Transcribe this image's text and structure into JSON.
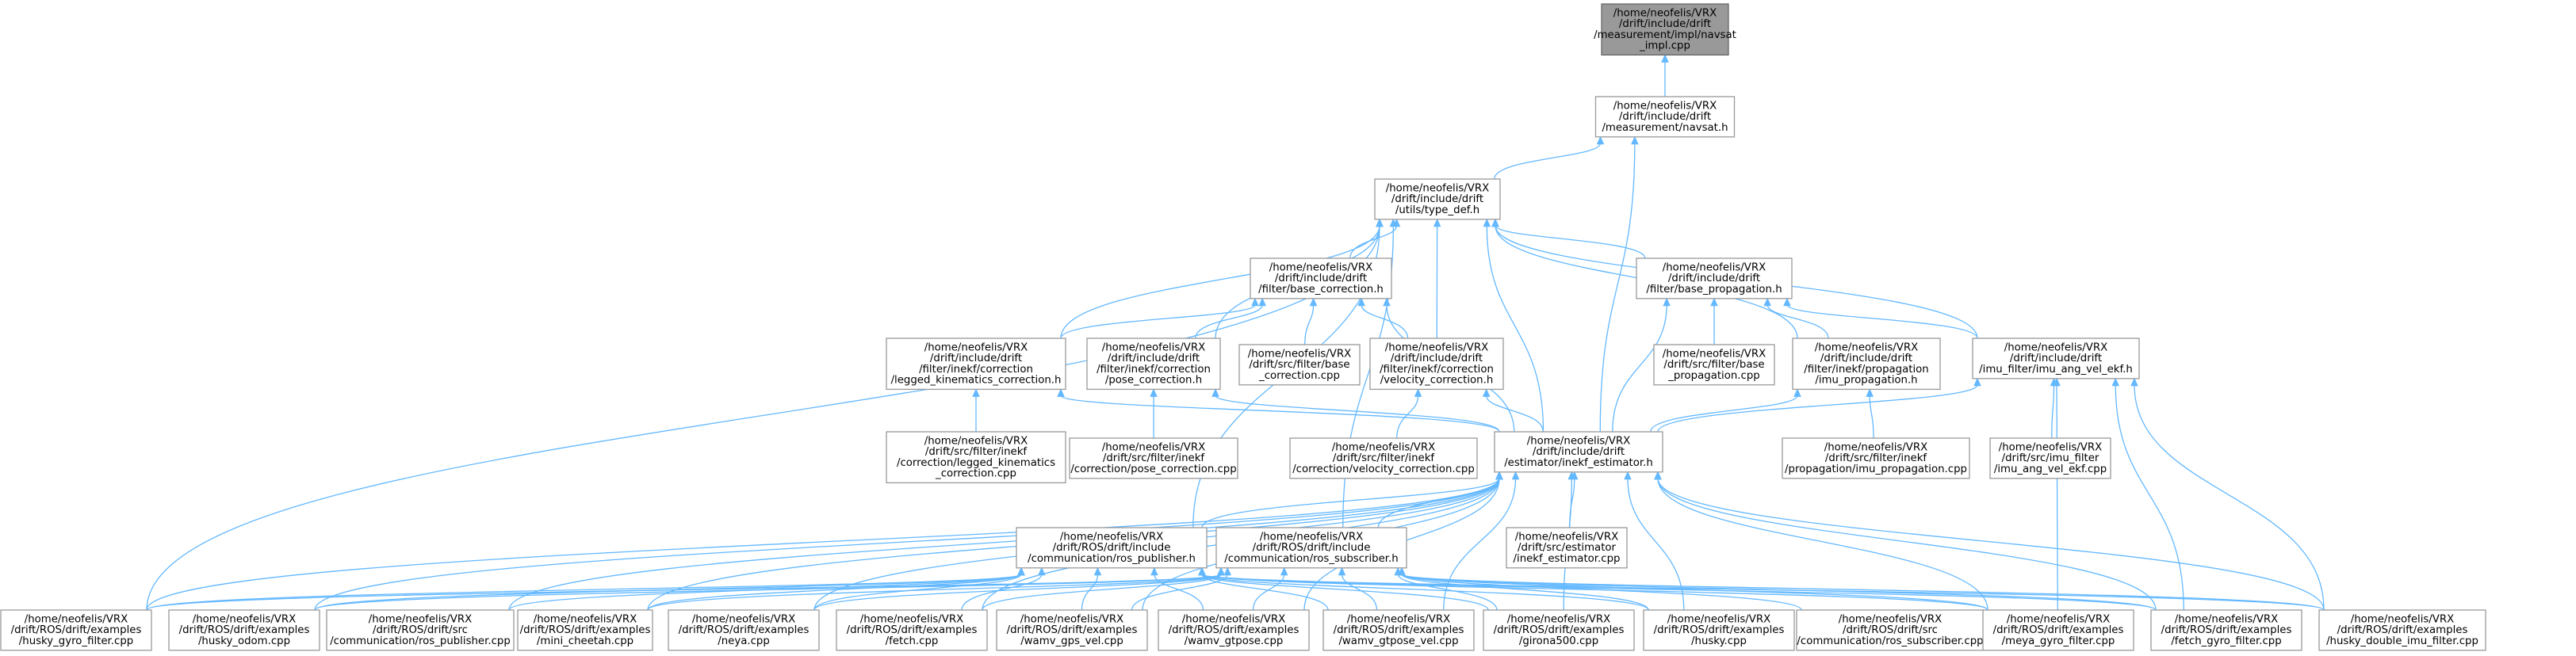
{
  "diagram": {
    "type": "include-dependency-graph",
    "colors": {
      "root_fill": "#999999",
      "node_fill": "#ffffff",
      "node_border": "#999999",
      "edge": "#63b8ff"
    },
    "nodes": [
      {
        "id": "navsat_impl",
        "root": true,
        "lines": [
          "/home/neofelis/VRX",
          "/drift/include/drift",
          "/measurement/impl/navsat",
          "_impl.cpp"
        ]
      },
      {
        "id": "navsat_h",
        "lines": [
          "/home/neofelis/VRX",
          "/drift/include/drift",
          "/measurement/navsat.h"
        ]
      },
      {
        "id": "type_def",
        "lines": [
          "/home/neofelis/VRX",
          "/drift/include/drift",
          "/utils/type_def.h"
        ]
      },
      {
        "id": "base_correction_h",
        "lines": [
          "/home/neofelis/VRX",
          "/drift/include/drift",
          "/filter/base_correction.h"
        ]
      },
      {
        "id": "base_propagation_h",
        "lines": [
          "/home/neofelis/VRX",
          "/drift/include/drift",
          "/filter/base_propagation.h"
        ]
      },
      {
        "id": "legged_h",
        "lines": [
          "/home/neofelis/VRX",
          "/drift/include/drift",
          "/filter/inekf/correction",
          "/legged_kinematics_correction.h"
        ]
      },
      {
        "id": "pose_h",
        "lines": [
          "/home/neofelis/VRX",
          "/drift/include/drift",
          "/filter/inekf/correction",
          "/pose_correction.h"
        ]
      },
      {
        "id": "base_corr_cpp",
        "lines": [
          "/home/neofelis/VRX",
          "/drift/src/filter/base",
          "_correction.cpp"
        ]
      },
      {
        "id": "velocity_h",
        "lines": [
          "/home/neofelis/VRX",
          "/drift/include/drift",
          "/filter/inekf/correction",
          "/velocity_correction.h"
        ]
      },
      {
        "id": "base_prop_cpp",
        "lines": [
          "/home/neofelis/VRX",
          "/drift/src/filter/base",
          "_propagation.cpp"
        ]
      },
      {
        "id": "imu_prop_h",
        "lines": [
          "/home/neofelis/VRX",
          "/drift/include/drift",
          "/filter/inekf/propagation",
          "/imu_propagation.h"
        ]
      },
      {
        "id": "imu_ekf_h",
        "lines": [
          "/home/neofelis/VRX",
          "/drift/include/drift",
          "/imu_filter/imu_ang_vel_ekf.h"
        ]
      },
      {
        "id": "legged_cpp",
        "lines": [
          "/home/neofelis/VRX",
          "/drift/src/filter/inekf",
          "/correction/legged_kinematics",
          "_correction.cpp"
        ]
      },
      {
        "id": "pose_cpp",
        "lines": [
          "/home/neofelis/VRX",
          "/drift/src/filter/inekf",
          "/correction/pose_correction.cpp"
        ]
      },
      {
        "id": "velocity_cpp",
        "lines": [
          "/home/neofelis/VRX",
          "/drift/src/filter/inekf",
          "/correction/velocity_correction.cpp"
        ]
      },
      {
        "id": "inekf_h",
        "lines": [
          "/home/neofelis/VRX",
          "/drift/include/drift",
          "/estimator/inekf_estimator.h"
        ]
      },
      {
        "id": "imu_prop_cpp",
        "lines": [
          "/home/neofelis/VRX",
          "/drift/src/filter/inekf",
          "/propagation/imu_propagation.cpp"
        ]
      },
      {
        "id": "imu_ekf_cpp",
        "lines": [
          "/home/neofelis/VRX",
          "/drift/src/imu_filter",
          "/imu_ang_vel_ekf.cpp"
        ]
      },
      {
        "id": "ros_pub_h",
        "lines": [
          "/home/neofelis/VRX",
          "/drift/ROS/drift/include",
          "/communication/ros_publisher.h"
        ]
      },
      {
        "id": "ros_sub_h",
        "lines": [
          "/home/neofelis/VRX",
          "/drift/ROS/drift/include",
          "/communication/ros_subscriber.h"
        ]
      },
      {
        "id": "inekf_cpp",
        "lines": [
          "/home/neofelis/VRX",
          "/drift/src/estimator",
          "/inekf_estimator.cpp"
        ]
      },
      {
        "id": "husky_gyro",
        "lines": [
          "/home/neofelis/VRX",
          "/drift/ROS/drift/examples",
          "/husky_gyro_filter.cpp"
        ]
      },
      {
        "id": "husky_odom",
        "lines": [
          "/home/neofelis/VRX",
          "/drift/ROS/drift/examples",
          "/husky_odom.cpp"
        ]
      },
      {
        "id": "ros_pub_cpp",
        "lines": [
          "/home/neofelis/VRX",
          "/drift/ROS/drift/src",
          "/communication/ros_publisher.cpp"
        ]
      },
      {
        "id": "mini_cheetah",
        "lines": [
          "/home/neofelis/VRX",
          "/drift/ROS/drift/examples",
          "/mini_cheetah.cpp"
        ]
      },
      {
        "id": "neya",
        "lines": [
          "/home/neofelis/VRX",
          "/drift/ROS/drift/examples",
          "/neya.cpp"
        ]
      },
      {
        "id": "fetch",
        "lines": [
          "/home/neofelis/VRX",
          "/drift/ROS/drift/examples",
          "/fetch.cpp"
        ]
      },
      {
        "id": "wamv_gps",
        "lines": [
          "/home/neofelis/VRX",
          "/drift/ROS/drift/examples",
          "/wamv_gps_vel.cpp"
        ]
      },
      {
        "id": "wamv_gtpose",
        "lines": [
          "/home/neofelis/VRX",
          "/drift/ROS/drift/examples",
          "/wamv_gtpose.cpp"
        ]
      },
      {
        "id": "wamv_gtpose_vel",
        "lines": [
          "/home/neofelis/VRX",
          "/drift/ROS/drift/examples",
          "/wamv_gtpose_vel.cpp"
        ]
      },
      {
        "id": "girona",
        "lines": [
          "/home/neofelis/VRX",
          "/drift/ROS/drift/examples",
          "/girona500.cpp"
        ]
      },
      {
        "id": "husky",
        "lines": [
          "/home/neofelis/VRX",
          "/drift/ROS/drift/examples",
          "/husky.cpp"
        ]
      },
      {
        "id": "ros_sub_cpp",
        "lines": [
          "/home/neofelis/VRX",
          "/drift/ROS/drift/src",
          "/communication/ros_subscriber.cpp"
        ]
      },
      {
        "id": "meya_gyro",
        "lines": [
          "/home/neofelis/VRX",
          "/drift/ROS/drift/examples",
          "/meya_gyro_filter.cpp"
        ]
      },
      {
        "id": "fetch_gyro",
        "lines": [
          "/home/neofelis/VRX",
          "/drift/ROS/drift/examples",
          "/fetch_gyro_filter.cpp"
        ]
      },
      {
        "id": "husky_double",
        "lines": [
          "/home/neofelis/VRX",
          "/drift/ROS/drift/examples",
          "/husky_double_imu_filter.cpp"
        ]
      }
    ],
    "edges": [
      [
        "navsat_h",
        "navsat_impl"
      ],
      [
        "type_def",
        "navsat_h"
      ],
      [
        "inekf_h",
        "navsat_h"
      ],
      [
        "base_correction_h",
        "type_def"
      ],
      [
        "base_propagation_h",
        "type_def"
      ],
      [
        "legged_h",
        "type_def"
      ],
      [
        "pose_h",
        "type_def"
      ],
      [
        "velocity_h",
        "type_def"
      ],
      [
        "imu_prop_h",
        "type_def"
      ],
      [
        "imu_ekf_h",
        "type_def"
      ],
      [
        "inekf_h",
        "type_def"
      ],
      [
        "ros_pub_h",
        "type_def"
      ],
      [
        "ros_sub_h",
        "type_def"
      ],
      [
        "husky_gyro",
        "type_def"
      ],
      [
        "legged_h",
        "base_correction_h"
      ],
      [
        "pose_h",
        "base_correction_h"
      ],
      [
        "base_corr_cpp",
        "base_correction_h"
      ],
      [
        "velocity_h",
        "base_correction_h"
      ],
      [
        "inekf_h",
        "base_correction_h"
      ],
      [
        "base_prop_cpp",
        "base_propagation_h"
      ],
      [
        "imu_prop_h",
        "base_propagation_h"
      ],
      [
        "imu_ekf_h",
        "base_propagation_h"
      ],
      [
        "inekf_h",
        "base_propagation_h"
      ],
      [
        "legged_cpp",
        "legged_h"
      ],
      [
        "inekf_h",
        "legged_h"
      ],
      [
        "pose_cpp",
        "pose_h"
      ],
      [
        "inekf_h",
        "pose_h"
      ],
      [
        "velocity_cpp",
        "velocity_h"
      ],
      [
        "inekf_h",
        "velocity_h"
      ],
      [
        "imu_prop_cpp",
        "imu_prop_h"
      ],
      [
        "inekf_h",
        "imu_prop_h"
      ],
      [
        "imu_ekf_cpp",
        "imu_ekf_h"
      ],
      [
        "inekf_h",
        "imu_ekf_h"
      ],
      [
        "meya_gyro",
        "imu_ekf_h"
      ],
      [
        "fetch_gyro",
        "imu_ekf_h"
      ],
      [
        "husky_double",
        "imu_ekf_h"
      ],
      [
        "ros_pub_h",
        "inekf_h"
      ],
      [
        "ros_sub_h",
        "inekf_h"
      ],
      [
        "inekf_cpp",
        "inekf_h"
      ],
      [
        "husky_gyro",
        "inekf_h"
      ],
      [
        "husky_odom",
        "inekf_h"
      ],
      [
        "ros_pub_cpp",
        "inekf_h"
      ],
      [
        "mini_cheetah",
        "inekf_h"
      ],
      [
        "neya",
        "inekf_h"
      ],
      [
        "fetch",
        "inekf_h"
      ],
      [
        "wamv_gps",
        "inekf_h"
      ],
      [
        "wamv_gtpose",
        "inekf_h"
      ],
      [
        "wamv_gtpose_vel",
        "inekf_h"
      ],
      [
        "girona",
        "inekf_h"
      ],
      [
        "husky",
        "inekf_h"
      ],
      [
        "meya_gyro",
        "inekf_h"
      ],
      [
        "fetch_gyro",
        "inekf_h"
      ],
      [
        "husky_double",
        "inekf_h"
      ],
      [
        "husky_gyro",
        "ros_pub_h"
      ],
      [
        "husky_odom",
        "ros_pub_h"
      ],
      [
        "ros_pub_cpp",
        "ros_pub_h"
      ],
      [
        "mini_cheetah",
        "ros_pub_h"
      ],
      [
        "neya",
        "ros_pub_h"
      ],
      [
        "fetch",
        "ros_pub_h"
      ],
      [
        "wamv_gps",
        "ros_pub_h"
      ],
      [
        "wamv_gtpose",
        "ros_pub_h"
      ],
      [
        "wamv_gtpose_vel",
        "ros_pub_h"
      ],
      [
        "girona",
        "ros_pub_h"
      ],
      [
        "husky",
        "ros_pub_h"
      ],
      [
        "meya_gyro",
        "ros_pub_h"
      ],
      [
        "fetch_gyro",
        "ros_pub_h"
      ],
      [
        "husky_double",
        "ros_pub_h"
      ],
      [
        "husky_gyro",
        "ros_sub_h"
      ],
      [
        "husky_odom",
        "ros_sub_h"
      ],
      [
        "mini_cheetah",
        "ros_sub_h"
      ],
      [
        "neya",
        "ros_sub_h"
      ],
      [
        "fetch",
        "ros_sub_h"
      ],
      [
        "wamv_gps",
        "ros_sub_h"
      ],
      [
        "wamv_gtpose",
        "ros_sub_h"
      ],
      [
        "wamv_gtpose_vel",
        "ros_sub_h"
      ],
      [
        "girona",
        "ros_sub_h"
      ],
      [
        "husky",
        "ros_sub_h"
      ],
      [
        "ros_sub_cpp",
        "ros_sub_h"
      ],
      [
        "meya_gyro",
        "ros_sub_h"
      ],
      [
        "fetch_gyro",
        "ros_sub_h"
      ],
      [
        "husky_double",
        "ros_sub_h"
      ]
    ]
  }
}
